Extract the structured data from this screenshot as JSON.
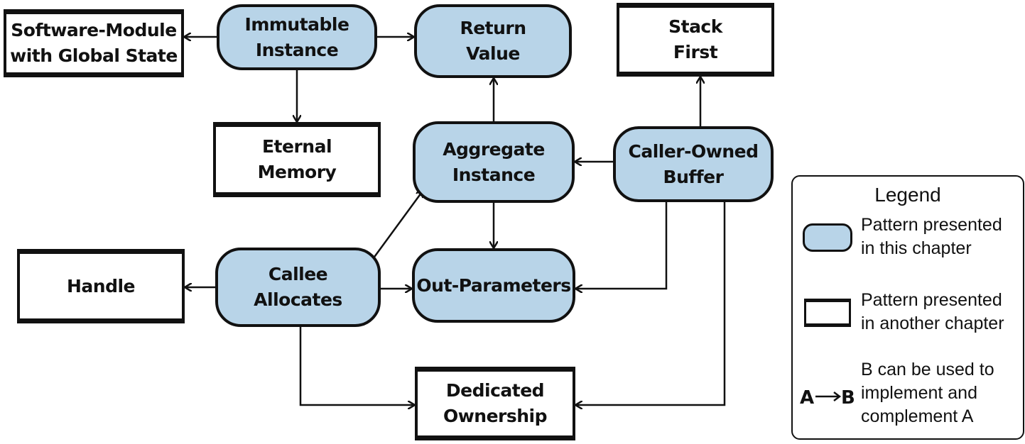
{
  "nodes": {
    "software_module": {
      "lines": [
        "Software-Module",
        "with Global State"
      ],
      "kind": "other"
    },
    "immutable_instance": {
      "lines": [
        "Immutable",
        "Instance"
      ],
      "kind": "here"
    },
    "return_value": {
      "lines": [
        "Return",
        "Value"
      ],
      "kind": "here"
    },
    "stack_first": {
      "lines": [
        "Stack",
        "First"
      ],
      "kind": "other"
    },
    "eternal_memory": {
      "lines": [
        "Eternal",
        "Memory"
      ],
      "kind": "other"
    },
    "aggregate_instance": {
      "lines": [
        "Aggregate",
        "Instance"
      ],
      "kind": "here"
    },
    "caller_owned_buffer": {
      "lines": [
        "Caller-Owned",
        "Buffer"
      ],
      "kind": "here"
    },
    "handle": {
      "lines": [
        "Handle"
      ],
      "kind": "other"
    },
    "callee_allocates": {
      "lines": [
        "Callee",
        "Allocates"
      ],
      "kind": "here"
    },
    "out_parameters": {
      "lines": [
        "Out-Parameters"
      ],
      "kind": "here"
    },
    "dedicated_ownership": {
      "lines": [
        "Dedicated",
        "Ownership"
      ],
      "kind": "other"
    }
  },
  "edges": [
    {
      "from": "immutable_instance",
      "to": "software_module"
    },
    {
      "from": "immutable_instance",
      "to": "return_value"
    },
    {
      "from": "immutable_instance",
      "to": "eternal_memory"
    },
    {
      "from": "aggregate_instance",
      "to": "return_value"
    },
    {
      "from": "caller_owned_buffer",
      "to": "stack_first"
    },
    {
      "from": "caller_owned_buffer",
      "to": "aggregate_instance"
    },
    {
      "from": "aggregate_instance",
      "to": "out_parameters"
    },
    {
      "from": "callee_allocates",
      "to": "aggregate_instance"
    },
    {
      "from": "callee_allocates",
      "to": "handle"
    },
    {
      "from": "callee_allocates",
      "to": "out_parameters"
    },
    {
      "from": "caller_owned_buffer",
      "to": "out_parameters"
    },
    {
      "from": "callee_allocates",
      "to": "dedicated_ownership"
    },
    {
      "from": "caller_owned_buffer",
      "to": "dedicated_ownership"
    }
  ],
  "legend": {
    "title": "Legend",
    "here_lines": [
      "Pattern presented",
      "in this chapter"
    ],
    "other_lines": [
      "Pattern presented",
      "in another chapter"
    ],
    "arrow_a": "A",
    "arrow_b": "B",
    "arrow_lines": [
      "B can be used to",
      "implement and",
      "complement A"
    ]
  },
  "colors": {
    "pattern_fill": "#b8d4e8",
    "stroke": "#111111"
  }
}
